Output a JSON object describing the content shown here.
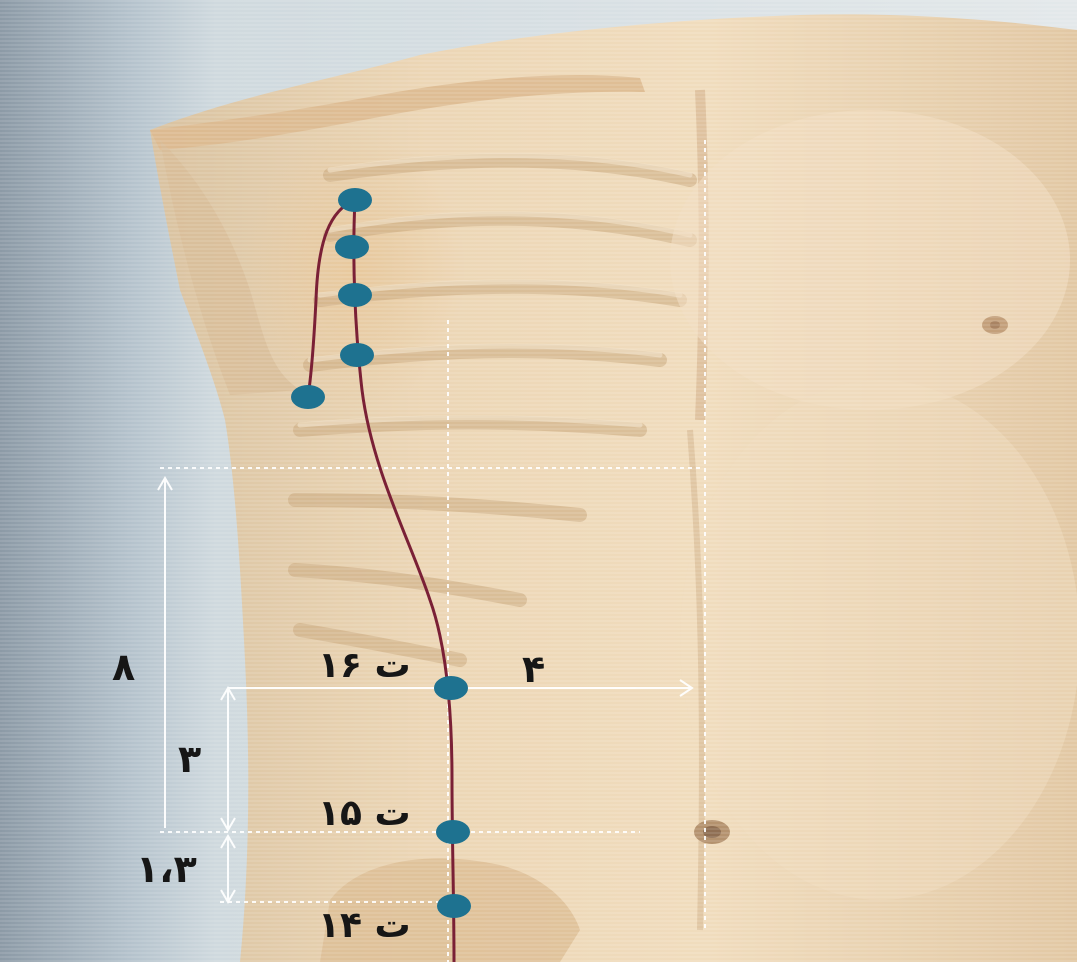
{
  "labels": {
    "dist_total": "٨",
    "dist_mid": "٣",
    "dist_low": "١،٣",
    "dist_side": "۴",
    "point_16": "ت ۱۶",
    "point_15": "ت ۱۵",
    "point_14": "ت ۱۴"
  },
  "colors": {
    "point": "#1e7290",
    "meridian": "#7a2036",
    "skin": "#e9d3b2",
    "guide": "#ffffff"
  }
}
